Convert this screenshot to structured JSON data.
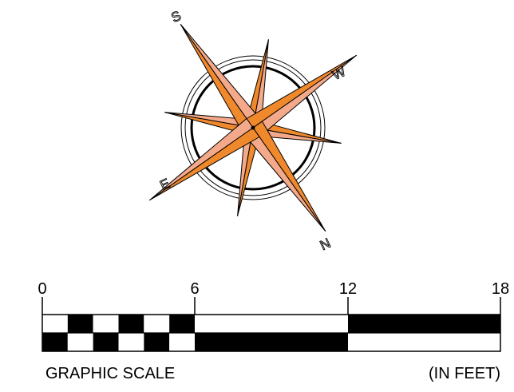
{
  "compass": {
    "labels": {
      "s": "S",
      "w": "W",
      "e": "E",
      "n": "N"
    },
    "colors": {
      "primary_point": "#f0892c",
      "secondary_point": "#f4a98a",
      "outline": "#000000"
    }
  },
  "scale": {
    "ticks": [
      "0",
      "6",
      "12",
      "18"
    ],
    "caption_left": "GRAPHIC SCALE",
    "caption_right": "(IN FEET)",
    "colors": {
      "dark": "#000000",
      "light": "#ffffff"
    }
  }
}
